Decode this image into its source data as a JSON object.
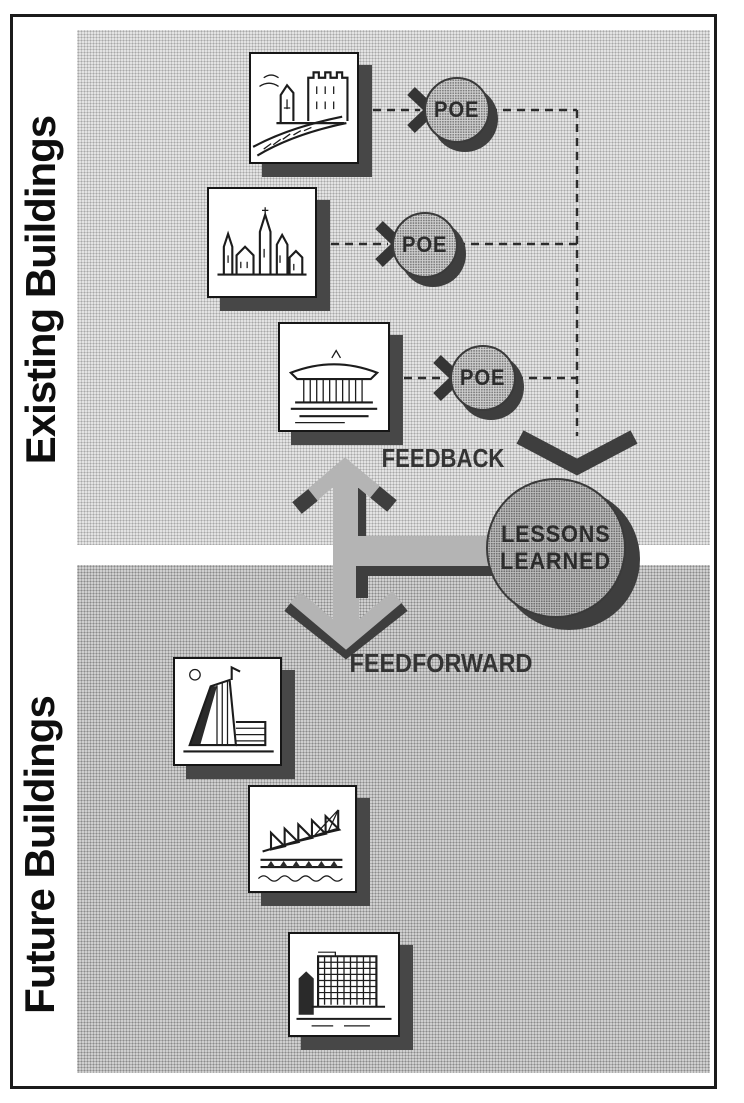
{
  "sections": {
    "existing_label": "Existing Buildings",
    "future_label": "Future Buildings"
  },
  "poe_nodes": [
    {
      "label": "POE"
    },
    {
      "label": "POE"
    },
    {
      "label": "POE"
    }
  ],
  "hub": {
    "line1": "LESSONS",
    "line2": "LEARNED"
  },
  "flows": {
    "feedback_label": "FEEDBACK",
    "feedforward_label": "FEEDFORWARD"
  },
  "images": {
    "existing": [
      {
        "name": "castle-ruin-sketch"
      },
      {
        "name": "historic-town-skyline-sketch"
      },
      {
        "name": "classical-pavilion-sketch"
      }
    ],
    "future": [
      {
        "name": "modern-high-tech-building-sketch"
      },
      {
        "name": "tensile-stadium-sketch"
      },
      {
        "name": "office-slab-building-sketch"
      }
    ]
  },
  "colors": {
    "panel_light": "#e3e3e3",
    "panel_dark": "#cfcfcf",
    "node_fill": "#d0d0d0",
    "hub_fill": "#bcbcbc",
    "arrow_gray": "#b4b4b4",
    "shadow_dark": "#3e3e3e",
    "ink": "#2c2c2c"
  }
}
